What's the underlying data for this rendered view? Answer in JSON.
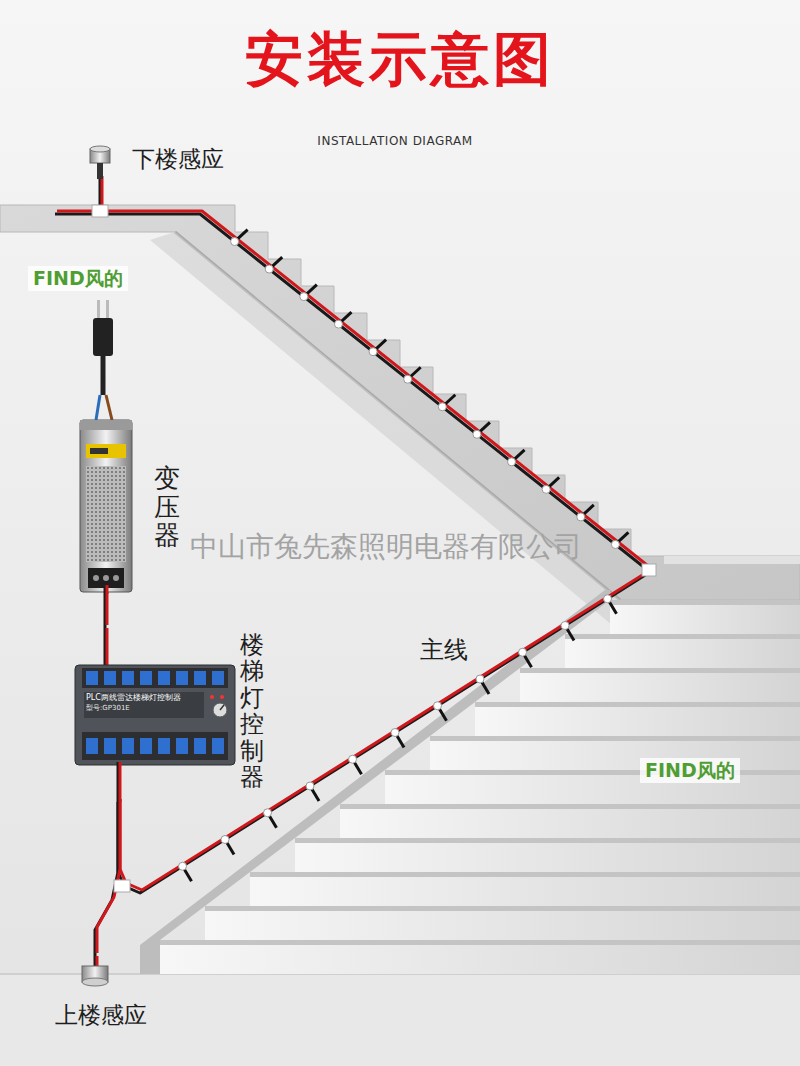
{
  "diagram": {
    "title": "安装示意图",
    "nodes": [
      {
        "text": [
          "下楼感应"
        ]
      },
      {
        "text": [
          "变压器"
        ]
      },
      {
        "text": [
          "楼梯灯控制器"
        ]
      },
      {
        "text": [
          "上楼感应"
        ]
      }
    ],
    "edges": [
      {
        "from": 1,
        "to": 2,
        "arrow": "none"
      },
      {
        "from": 2,
        "to": 0,
        "arrow": "none"
      },
      {
        "from": 2,
        "to": 3,
        "arrow": "none"
      }
    ],
    "labels": [
      "INSTALLATION DIAGRAM",
      "主线",
      "FIND风的",
      "FIND风的",
      "中山市兔先森照明电器有限公司",
      "PLC两线雷达楼梯灯控制器",
      "型号:GP301E"
    ]
  }
}
